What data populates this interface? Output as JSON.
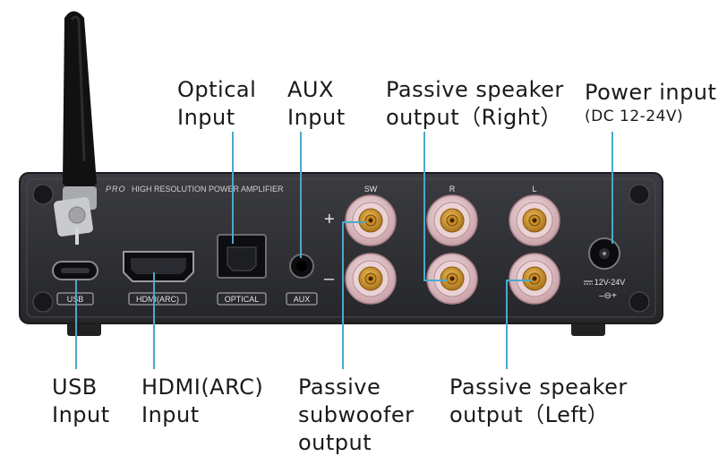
{
  "panel": {
    "brand_suffix": "PRO",
    "header": "HIGH RESOLUTION POWER AMPLIFIER",
    "channel_labels": [
      "SW",
      "R",
      "L"
    ],
    "plus_sign": "+",
    "minus_sign": "–",
    "ports": {
      "usb": "USB",
      "hdmi": "HDMI(ARC)",
      "optical": "OPTICAL",
      "aux": "AUX"
    },
    "power_rating": "12V-24V",
    "polarity": "–⊖+"
  },
  "callouts": {
    "optical": [
      "Optical",
      "Input"
    ],
    "aux": [
      "AUX",
      "Input"
    ],
    "speaker_right": [
      "Passive speaker",
      "output（Right）"
    ],
    "power": {
      "title": "Power input",
      "detail": "(DC 12-24V)"
    },
    "usb": [
      "USB",
      "Input"
    ],
    "hdmi": [
      "HDMI(ARC)",
      "Input"
    ],
    "subwoofer": [
      "Passive",
      "subwoofer",
      "output"
    ],
    "speaker_left": [
      "Passive speaker",
      "output（Left）"
    ]
  },
  "colors": {
    "panel": "#2e2f33",
    "leader": "#4aa8cc",
    "terminal": "#e7c9cd",
    "binding_post": "#d59b2e",
    "text": "#1a1a1a"
  }
}
